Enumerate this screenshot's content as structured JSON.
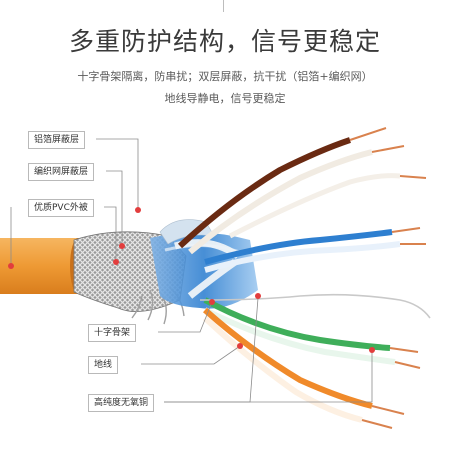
{
  "heading": {
    "title": "多重防护结构，信号更稳定",
    "subtitle_line1": "十字骨架隔离，防串扰；双层屏蔽，抗干扰（铝箔+编织网）",
    "subtitle_line2": "地线导静电，信号更稳定"
  },
  "callouts": [
    {
      "label": "铝箔屏蔽层"
    },
    {
      "label": "编织网屏蔽层"
    },
    {
      "label": "优质PVC外被"
    },
    {
      "label": "十字骨架"
    },
    {
      "label": "地线"
    },
    {
      "label": "高纯度无氧铜"
    }
  ],
  "colors": {
    "jacket": "#ee9a34",
    "copper": "#d9824e",
    "brown": "#6a2a12",
    "blue": "#2e7fd0",
    "green": "#3fae5a",
    "orange": "#f08a2a",
    "foil": "#b9c7d6",
    "marker": "#e23d3d",
    "leader": "#8c8c8c"
  }
}
